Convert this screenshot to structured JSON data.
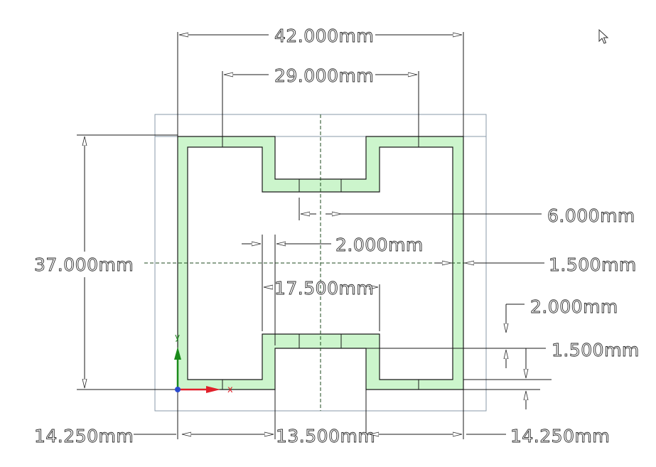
{
  "sketch": {
    "colors": {
      "fill": "#ccf5cc",
      "outline": "#1a1a1a",
      "frame": "#8a9aa8",
      "centerline": "#1e4a1e",
      "axis_x": "#e0202a",
      "axis_y": "#1a8a1a",
      "origin": "#2a4ad0"
    },
    "axis_labels": {
      "x": "x",
      "y": "y"
    }
  },
  "dimensions": {
    "overall_width": "42.000mm",
    "top_span": "29.000mm",
    "slot_width": "6.000mm",
    "wall_thickness": "2.000mm",
    "side_wall": "1.500mm",
    "overall_height": "37.000mm",
    "inner_span": "17.500mm",
    "step_height": "2.000mm",
    "bottom_wall": "1.500mm",
    "left_leg": "14.250mm",
    "bottom_gap": "13.500mm",
    "right_leg": "14.250mm"
  },
  "cursor": {
    "icon": "mouse-pointer-icon"
  }
}
